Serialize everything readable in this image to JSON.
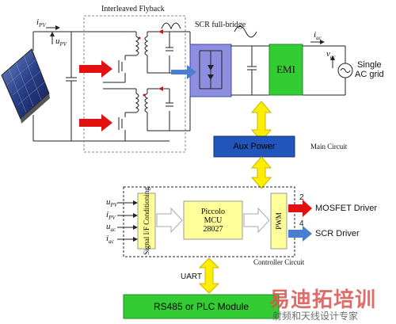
{
  "labels": {
    "interleaved_flyback": "Interleaved Flyback",
    "scr_full_bridge": "SCR full-bridge",
    "emi": "EMI",
    "single_ac_grid_line1": "Single",
    "single_ac_grid_line2": "AC grid",
    "aux_power": "Aux Power",
    "main_circuit": "Main Circuit",
    "signal_if_conditioning": "Signal I/F Conditioning",
    "piccolo_mcu_line1": "Piccolo",
    "piccolo_mcu_line2": "MCU",
    "piccolo_mcu_line3": "28027",
    "pwm": "PWM",
    "controller_circuit": "Controller Circuit",
    "uart": "UART",
    "rs485_module": "RS485 or PLC Module",
    "mosfet_driver": "MOSFET Driver",
    "scr_driver": "SCR Driver",
    "num_2": "2",
    "num_4": "4"
  },
  "symbols": {
    "i_pv": "i",
    "i_pv_sub": "PV",
    "u_pv": "u",
    "u_pv_sub": "PV",
    "i_ac": "i",
    "i_ac_sub": "ac",
    "v_ac": "v",
    "v_ac_sub": "ac"
  },
  "inputs": [
    {
      "sym": "u",
      "sub": "PV"
    },
    {
      "sym": "i",
      "sub": "PV"
    },
    {
      "sym": "u",
      "sub": "ac"
    },
    {
      "sym": "i",
      "sub": "ac"
    }
  ],
  "watermark": {
    "main": "易迪拓培训",
    "sub": "射频和天线设计专家"
  },
  "colors": {
    "blue_box": "#8e8ee0",
    "green_box": "#33cc33",
    "yellow_box": "#ffff99",
    "aux_blue": "#2255bb",
    "red_arrow": "#e11111",
    "blue_arrow": "#3366cc",
    "yellow_arrow": "#ffee00"
  }
}
